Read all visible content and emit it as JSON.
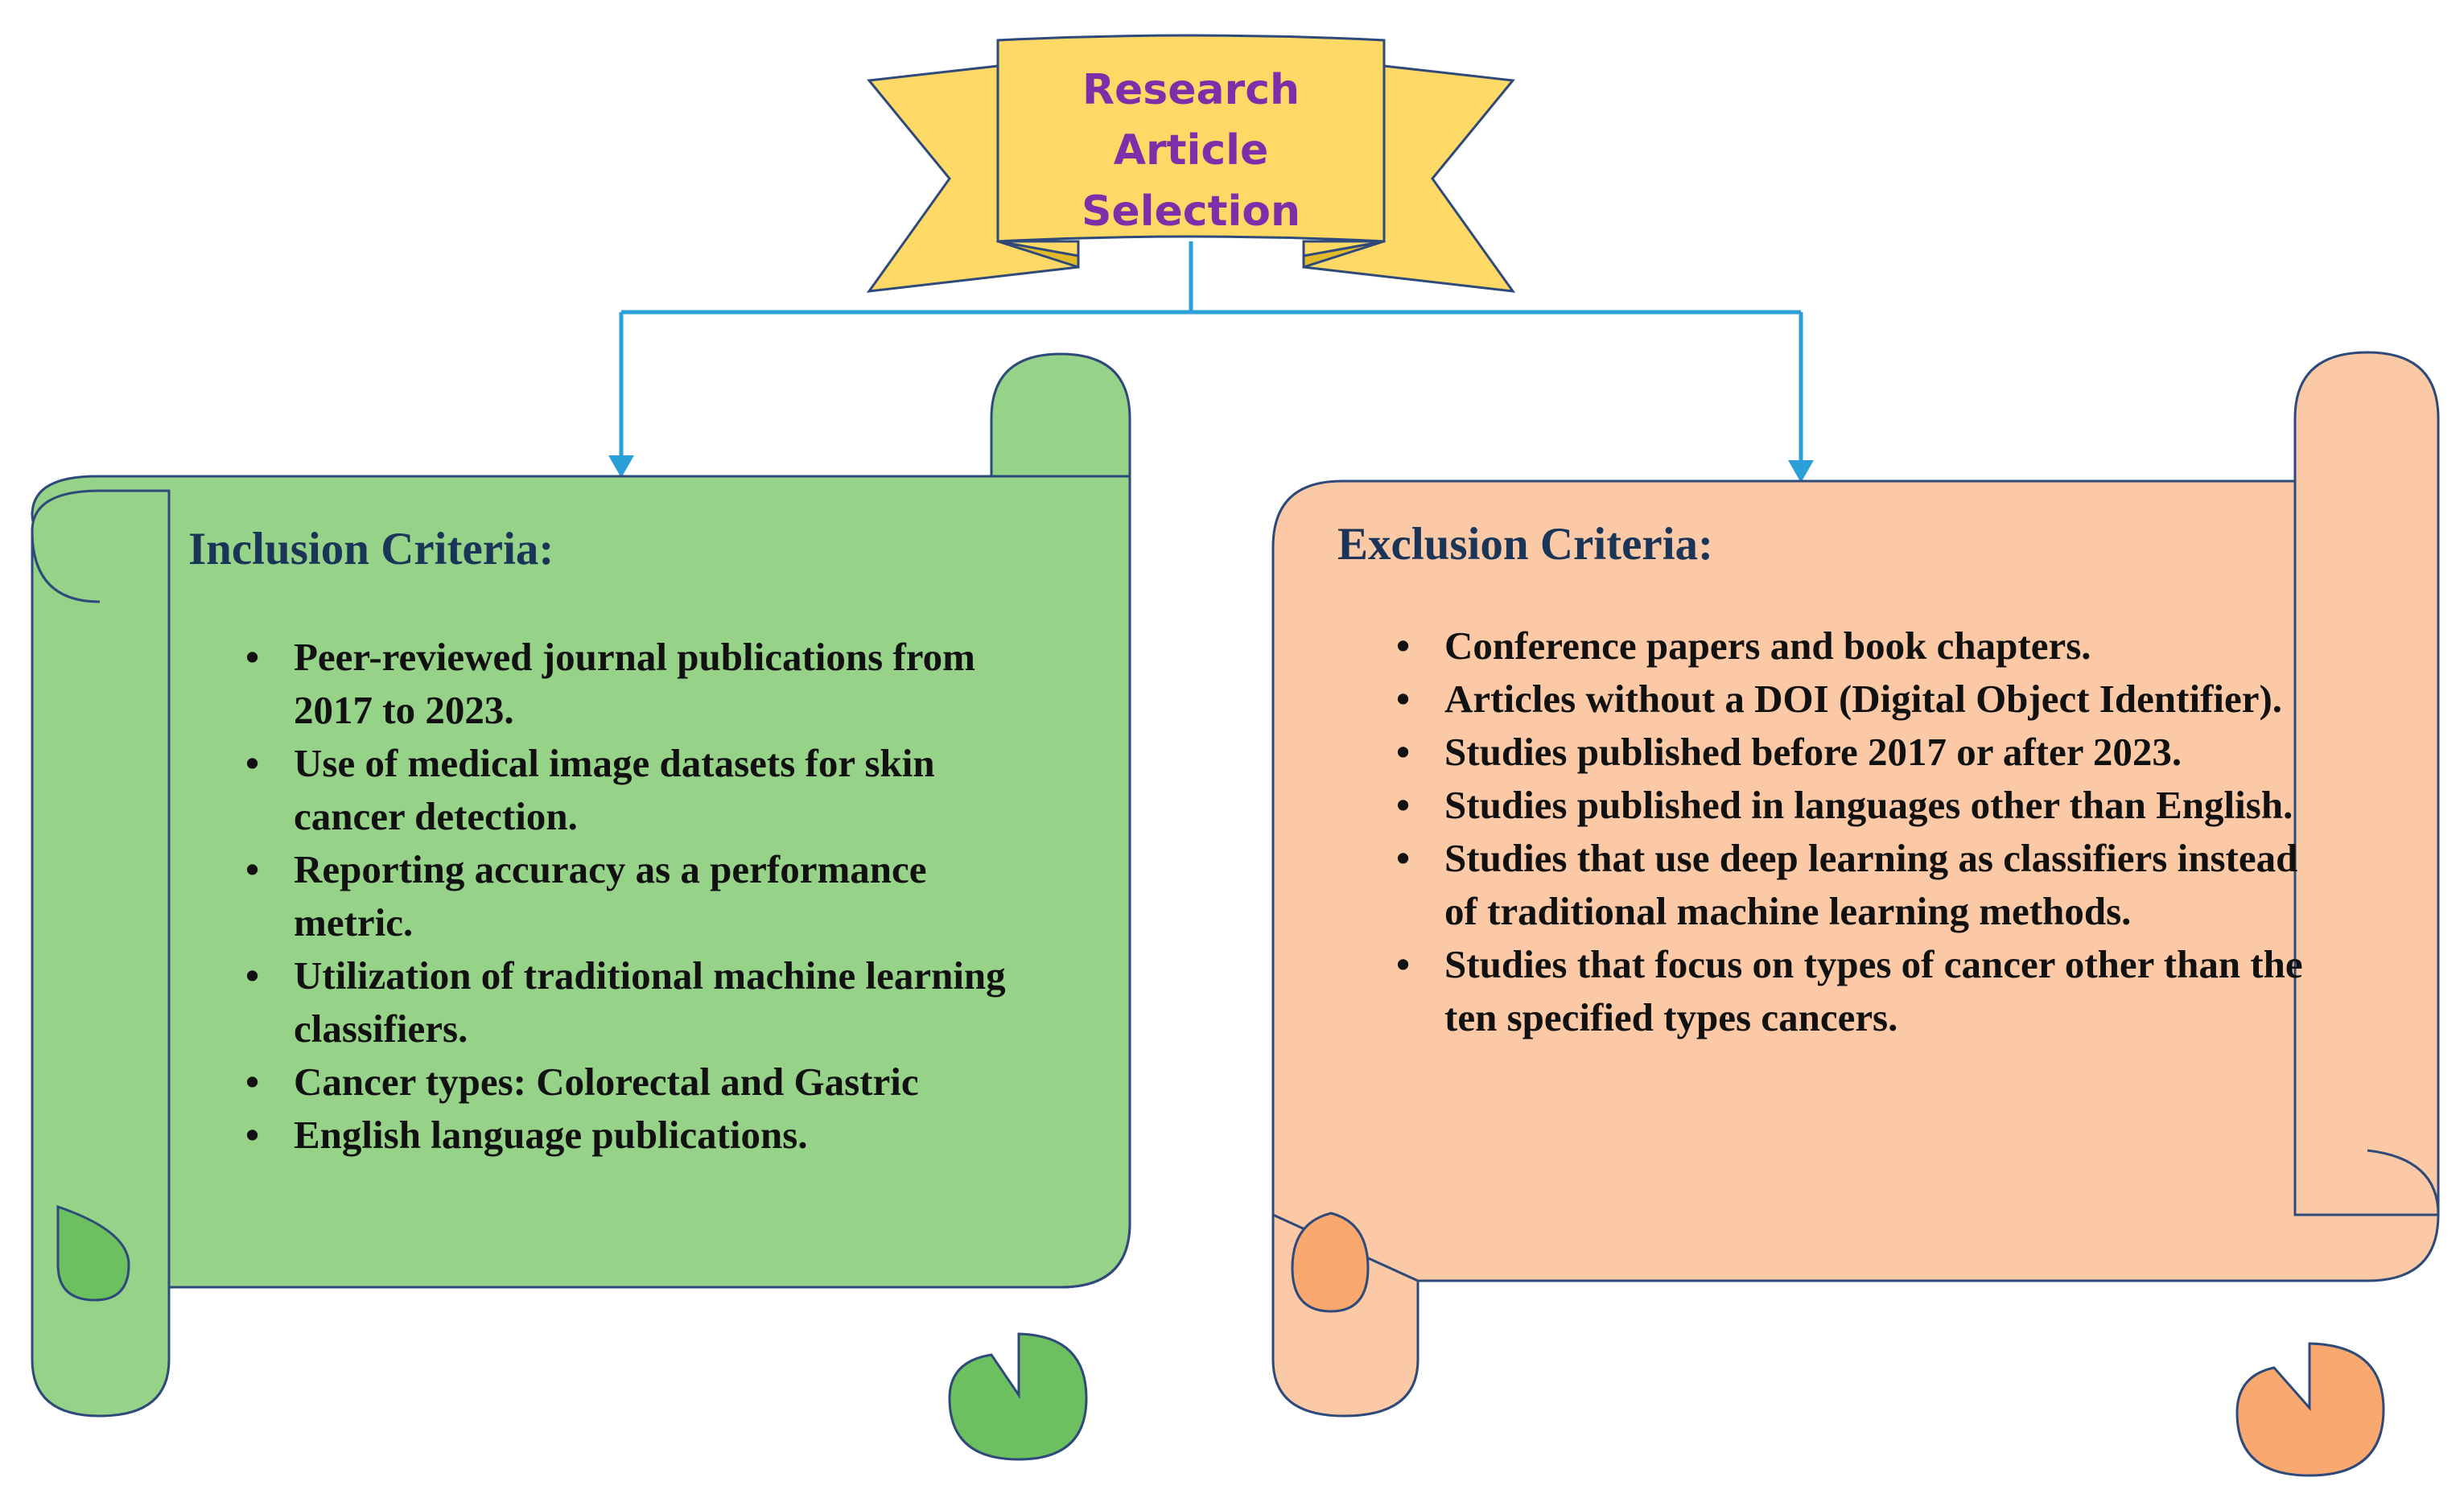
{
  "banner": {
    "title_line1": "Research Article",
    "title_line2": "Selection",
    "fill": "#ffd966",
    "stroke": "#2e4a7a",
    "text_color": "#7b2fa8"
  },
  "connector_color": "#2a9fd8",
  "inclusion": {
    "heading": "Inclusion Criteria:",
    "items": [
      "Peer-reviewed journal publications from 2017 to 2023.",
      "Use of medical image datasets for skin cancer detection.",
      "Reporting accuracy as a performance metric.",
      "Utilization of traditional machine learning classifiers.",
      "Cancer types: Colorectal and Gastric",
      "English language publications."
    ],
    "fill": "#97d289",
    "curl_fill": "#6cc060"
  },
  "exclusion": {
    "heading": "Exclusion Criteria:",
    "items": [
      "Conference papers and book chapters.",
      "Articles without a DOI (Digital Object Identifier).",
      "Studies published before 2017 or after 2023.",
      "Studies published in languages other than English.",
      "Studies that use deep learning as classifiers instead of traditional machine learning methods.",
      "Studies that focus on types of cancer other than the ten specified types cancers."
    ],
    "fill": "#fbc9a5",
    "curl_fill": "#f9a86f"
  }
}
